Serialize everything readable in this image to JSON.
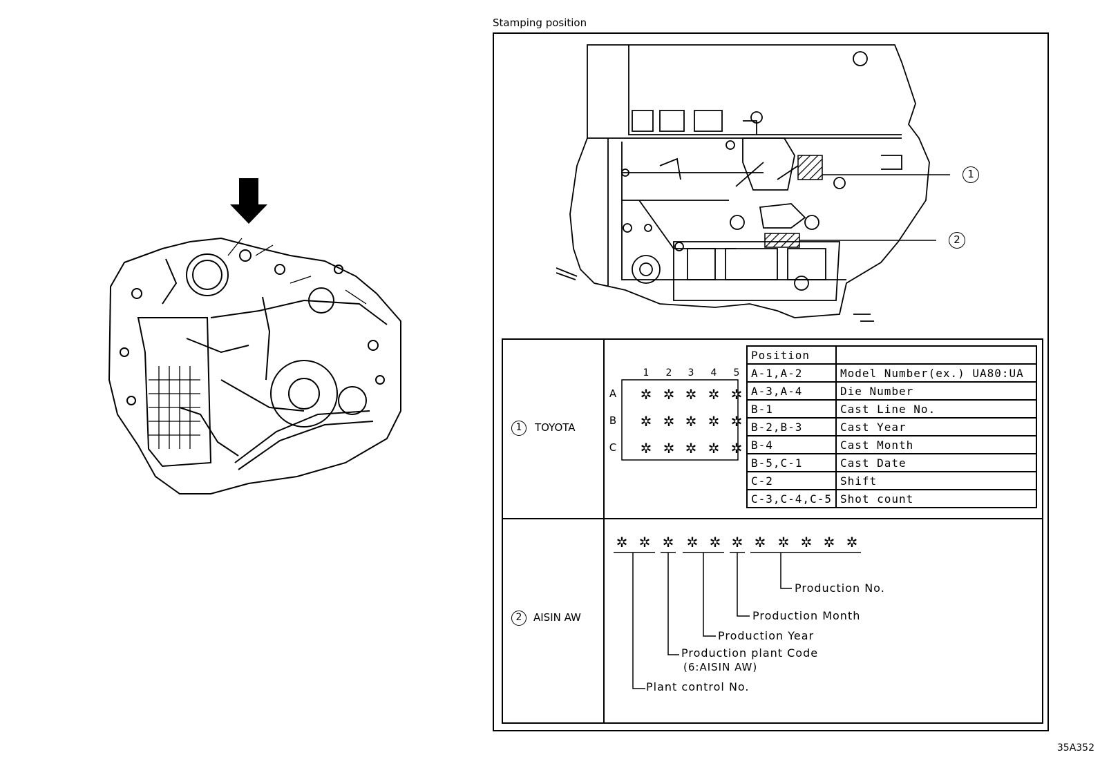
{
  "figure": {
    "title": "Stamping position",
    "code": "35A352",
    "callouts": [
      "1",
      "2"
    ]
  },
  "toyota": {
    "number": "1",
    "name": "TOYOTA",
    "columns": [
      "1",
      "2",
      "3",
      "4",
      "5"
    ],
    "rows": [
      "A",
      "B",
      "C"
    ],
    "mark": "✲",
    "position_header": "Position",
    "positions": [
      {
        "pos": "A-1,A-2",
        "desc": "Model Number(ex.) UA80:UA"
      },
      {
        "pos": "A-3,A-4",
        "desc": "Die Number"
      },
      {
        "pos": "B-1",
        "desc": "Cast Line No."
      },
      {
        "pos": "B-2,B-3",
        "desc": "Cast Year"
      },
      {
        "pos": "B-4",
        "desc": "Cast Month"
      },
      {
        "pos": "B-5,C-1",
        "desc": "Cast Date"
      },
      {
        "pos": "C-2",
        "desc": "Shift"
      },
      {
        "pos": "C-3,C-4,C-5",
        "desc": "Shot count"
      }
    ]
  },
  "aisin": {
    "number": "2",
    "name": "AISIN AW",
    "mark": "✲",
    "labels": {
      "production_no": "Production No.",
      "production_month": "Production Month",
      "production_year": "Production Year",
      "plant_code": "Production plant Code",
      "plant_code_note": "(6:AISIN AW)",
      "plant_control": "Plant control No."
    }
  }
}
